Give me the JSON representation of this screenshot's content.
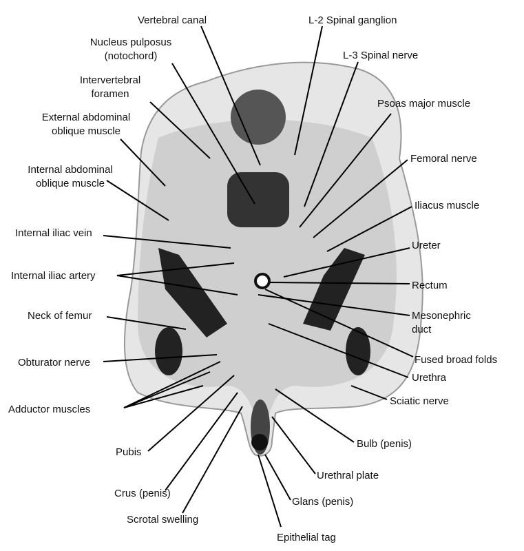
{
  "labels": {
    "vertebral_canal": "Vertebral canal",
    "nucleus_pulposus": [
      "Nucleus pulposus",
      "(notochord)"
    ],
    "intervertebral_foramen": [
      "Intervertebral",
      "foramen"
    ],
    "external_oblique": [
      "External abdominal",
      "oblique muscle"
    ],
    "internal_oblique": [
      "Internal abdominal",
      "oblique muscle"
    ],
    "internal_iliac_vein": "Internal iliac vein",
    "internal_iliac_artery": "Internal iliac artery",
    "neck_of_femur": "Neck of femur",
    "obturator_nerve": "Obturator nerve",
    "adductor_muscles": "Adductor muscles",
    "pubis": "Pubis",
    "crus_penis": "Crus (penis)",
    "scrotal_swelling": "Scrotal swelling",
    "epithelial_tag": "Epithelial tag",
    "glans_penis": "Glans (penis)",
    "urethral_plate": "Urethral plate",
    "bulb_penis": "Bulb (penis)",
    "sciatic_nerve": "Sciatic nerve",
    "urethra": "Urethra",
    "fused_broad_folds": "Fused broad folds",
    "mesonephric_duct": [
      "Mesonephric",
      "duct"
    ],
    "rectum": "Rectum",
    "ureter": "Ureter",
    "iliacus_muscle": "Iliacus muscle",
    "femoral_nerve": "Femoral nerve",
    "psoas_major": "Psoas major muscle",
    "l3_spinal_nerve": "L-3 Spinal nerve",
    "l2_spinal_ganglion": "L-2 Spinal ganglion"
  }
}
